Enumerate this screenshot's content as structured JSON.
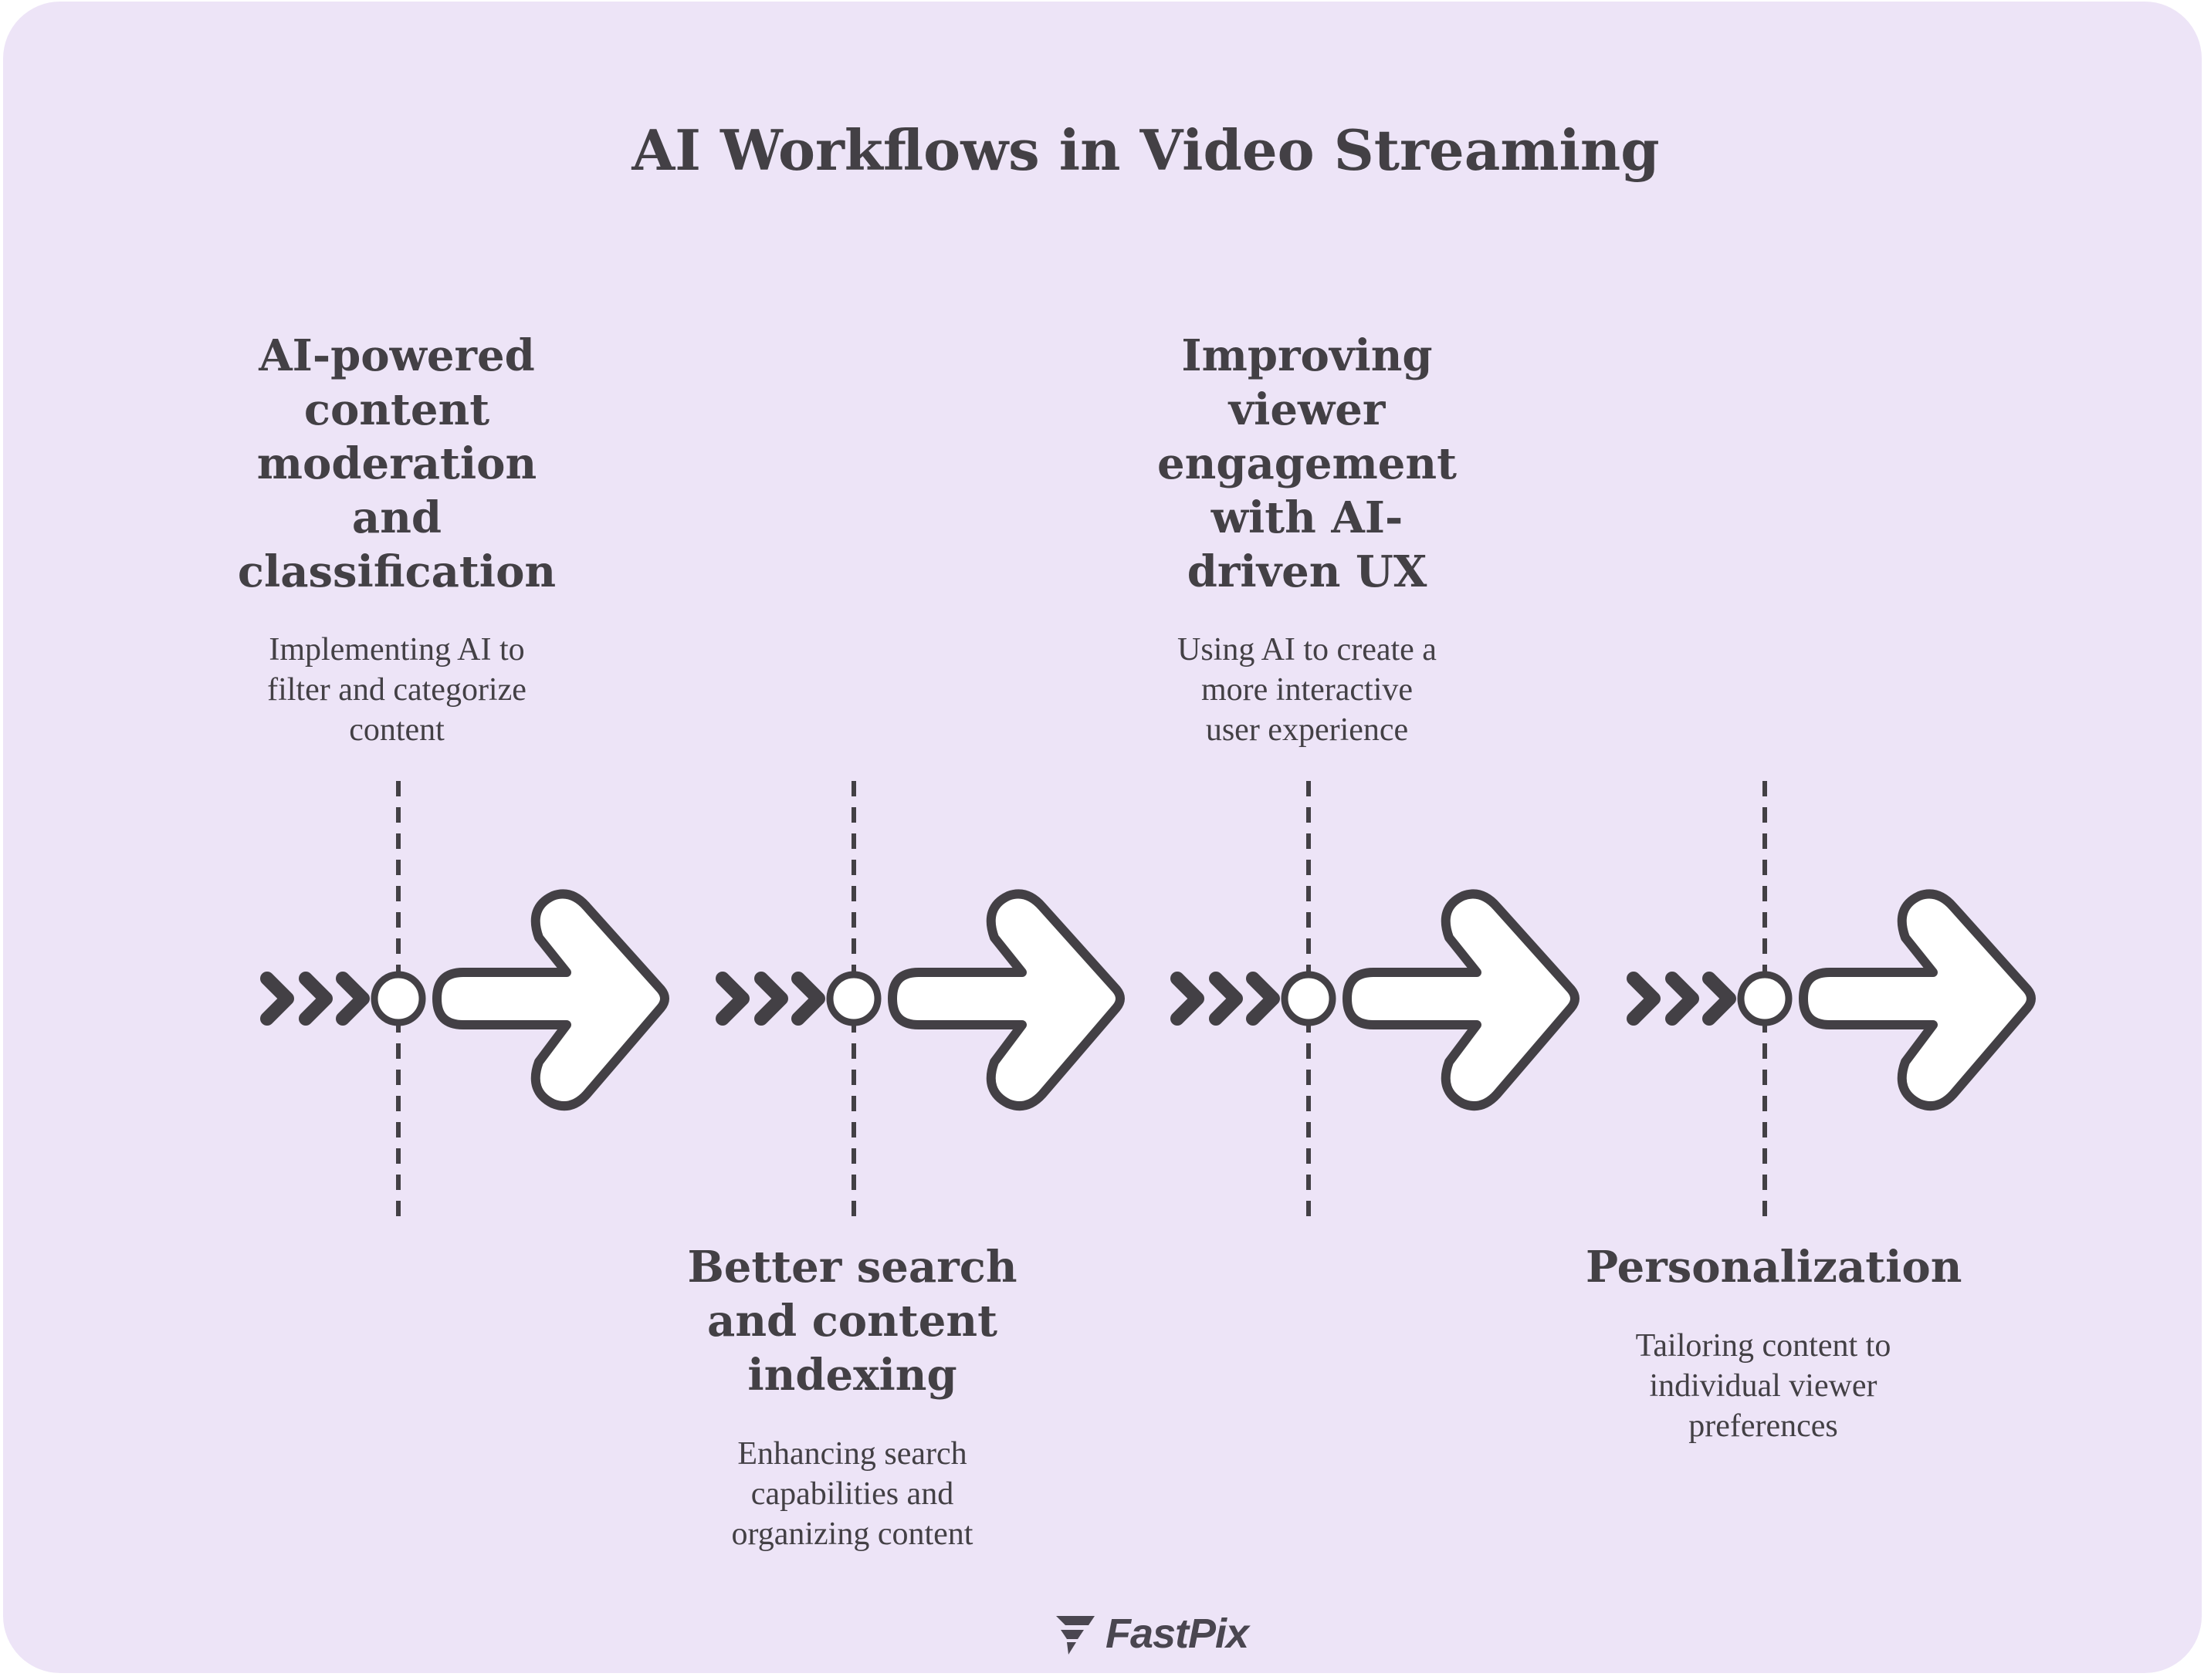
{
  "title": "AI Workflows in Video Streaming",
  "steps": [
    {
      "title_lines": [
        "AI-powered",
        "content",
        "moderation",
        "and",
        "classification"
      ],
      "description_lines": [
        "Implementing AI to",
        "filter and categorize",
        "content"
      ]
    },
    {
      "title_lines": [
        "Better search",
        "and content",
        "indexing"
      ],
      "description_lines": [
        "Enhancing search",
        "capabilities and",
        "organizing content"
      ]
    },
    {
      "title_lines": [
        "Improving",
        "viewer",
        "engagement",
        "with AI-",
        "driven UX"
      ],
      "description_lines": [
        "Using AI to create a",
        "more interactive",
        "user experience"
      ]
    },
    {
      "title_lines": [
        "Personalization"
      ],
      "description_lines": [
        "Tailoring content to",
        "individual viewer",
        "preferences"
      ]
    }
  ],
  "brand": {
    "name": "FastPix",
    "icon": "fastpix-logo-icon"
  },
  "colors": {
    "background": "#ede4f7",
    "ink": "#434045",
    "arrow_fill": "#ffffff"
  }
}
